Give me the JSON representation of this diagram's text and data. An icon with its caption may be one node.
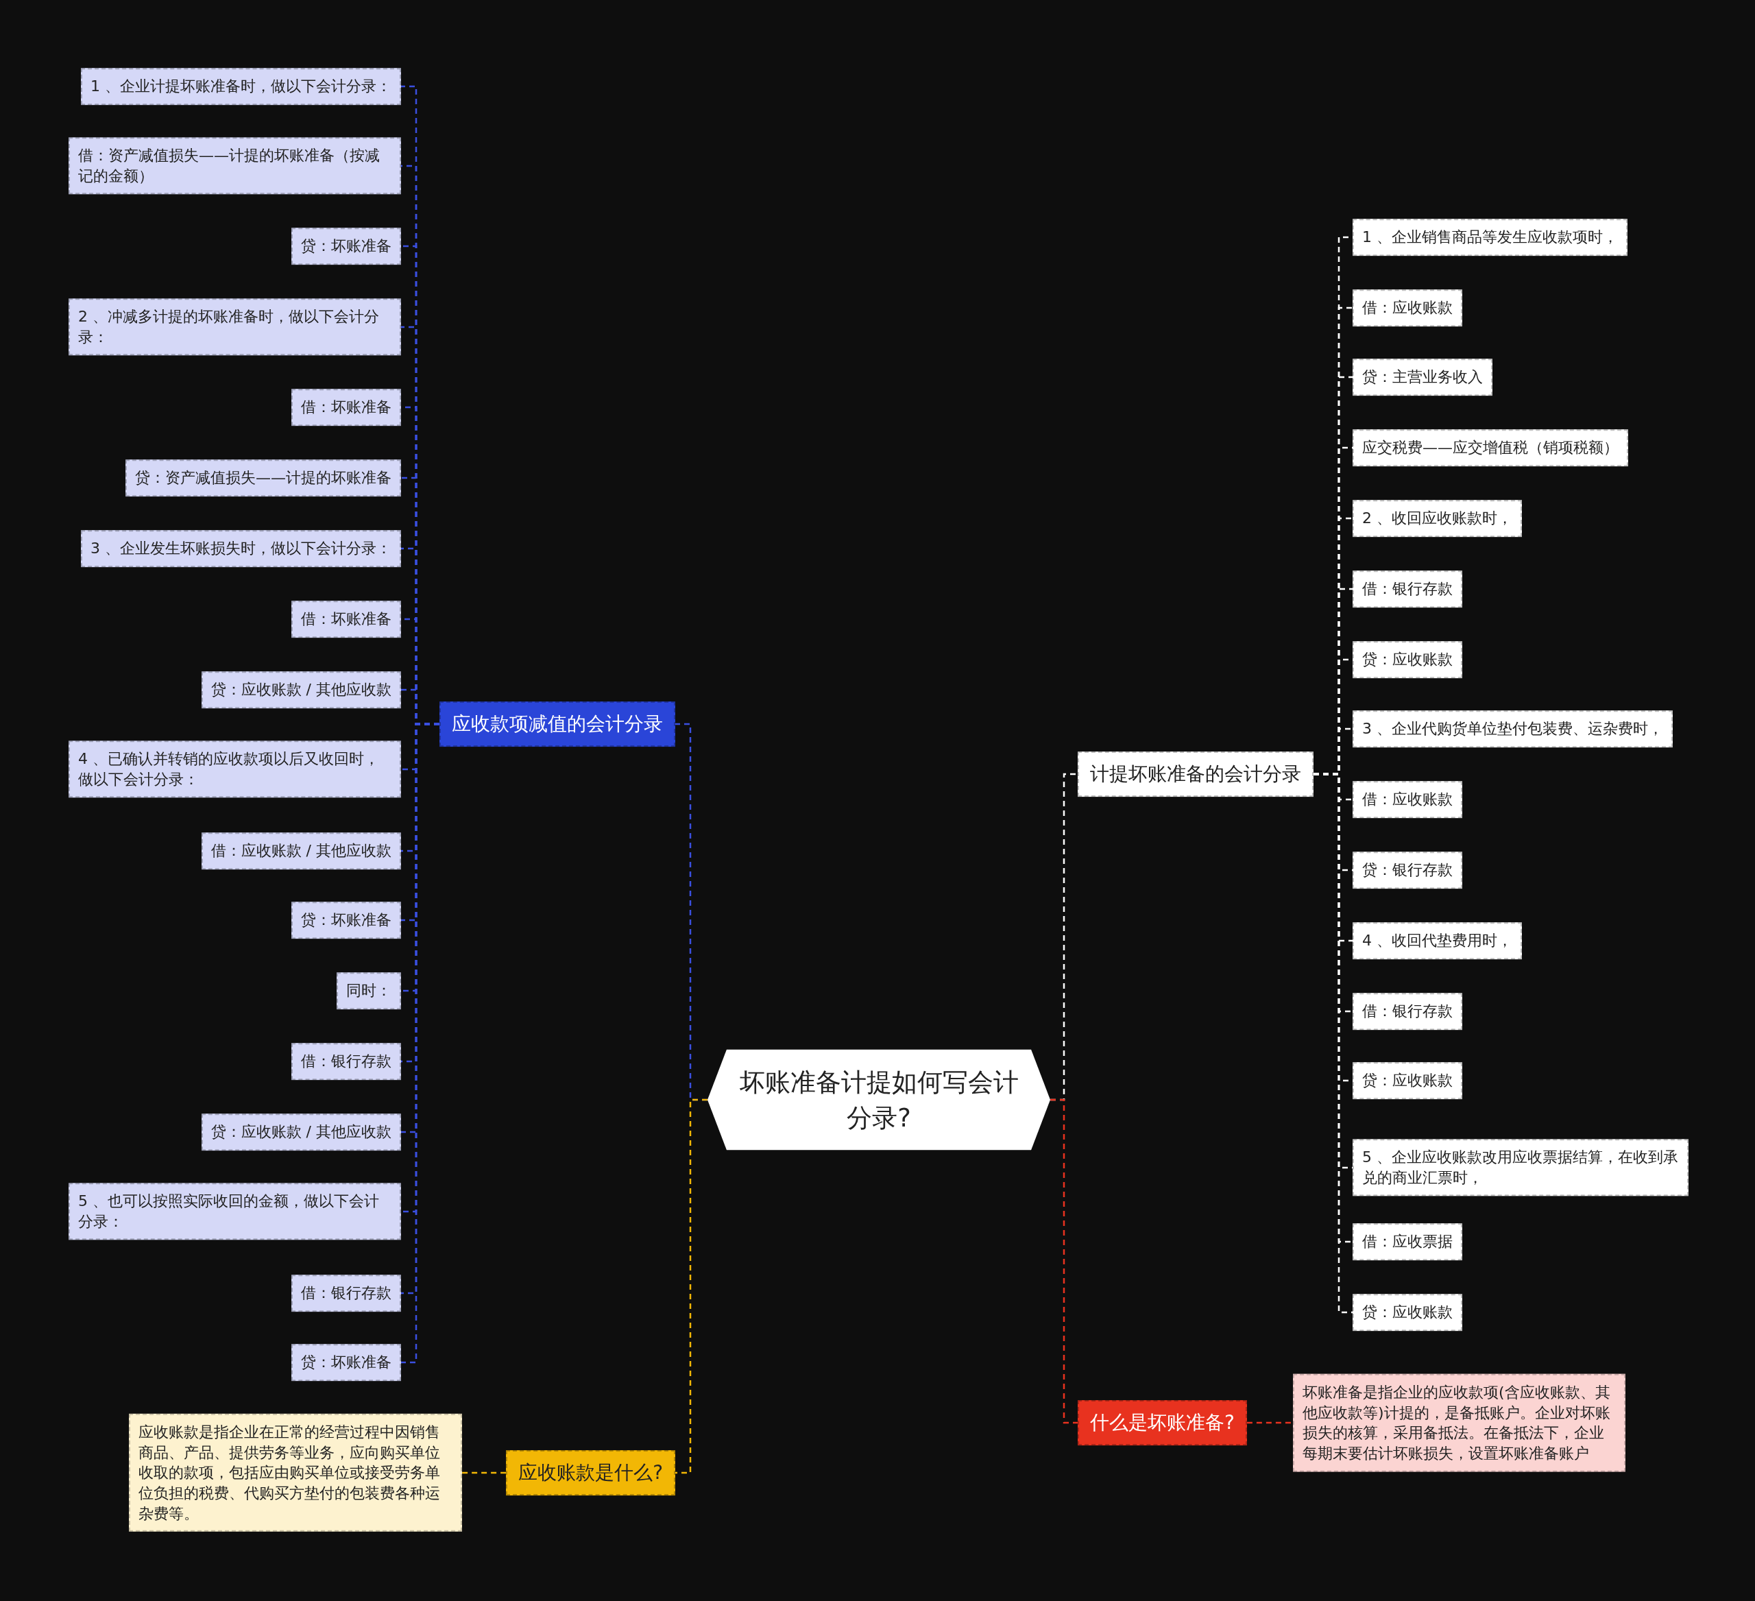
{
  "diagram": {
    "nodes": [
      {
        "text": [
          "坏账准备计提如何写会计分录?"
        ]
      },
      {
        "text": [
          "应收款项减值的会计分录"
        ]
      },
      {
        "text": [
          "1 、企业计提坏账准备时，做以下会计分录："
        ]
      },
      {
        "text": [
          "借：资产减值损失——计提的坏账准备（按减记的金额）"
        ]
      },
      {
        "text": [
          "贷：坏账准备"
        ]
      },
      {
        "text": [
          "2 、冲减多计提的坏账准备时，做以下会计分录："
        ]
      },
      {
        "text": [
          "借：坏账准备"
        ]
      },
      {
        "text": [
          "贷：资产减值损失——计提的坏账准备"
        ]
      },
      {
        "text": [
          "3 、企业发生坏账损失时，做以下会计分录："
        ]
      },
      {
        "text": [
          "借：坏账准备"
        ]
      },
      {
        "text": [
          "贷：应收账款 / 其他应收款"
        ]
      },
      {
        "text": [
          "4 、已确认并转销的应收款项以后又收回时，做以下会计分录："
        ]
      },
      {
        "text": [
          "借：应收账款 / 其他应收款"
        ]
      },
      {
        "text": [
          "贷：坏账准备"
        ]
      },
      {
        "text": [
          "同时："
        ]
      },
      {
        "text": [
          "借：银行存款"
        ]
      },
      {
        "text": [
          "贷：应收账款 / 其他应收款"
        ]
      },
      {
        "text": [
          "5 、也可以按照实际收回的金额，做以下会计分录："
        ]
      },
      {
        "text": [
          "借：银行存款"
        ]
      },
      {
        "text": [
          "贷：坏账准备"
        ]
      },
      {
        "text": [
          "应收账款是什么?"
        ]
      },
      {
        "text": [
          "应收账款是指企业在正常的经营过程中因销售商品、产品、提供劳务等业务，应向购买单位收取的款项，包括应由购买单位或接受劳务单位负担的税费、代购买方垫付的包装费各种运杂费等。"
        ]
      },
      {
        "text": [
          "计提坏账准备的会计分录"
        ]
      },
      {
        "text": [
          "1 、企业销售商品等发生应收款项时，"
        ]
      },
      {
        "text": [
          "借：应收账款"
        ]
      },
      {
        "text": [
          "贷：主营业务收入"
        ]
      },
      {
        "text": [
          "应交税费——应交增值税（销项税额）"
        ]
      },
      {
        "text": [
          "2 、收回应收账款时，"
        ]
      },
      {
        "text": [
          "借：银行存款"
        ]
      },
      {
        "text": [
          "贷：应收账款"
        ]
      },
      {
        "text": [
          "3 、企业代购货单位垫付包装费、运杂费时，"
        ]
      },
      {
        "text": [
          "借：应收账款"
        ]
      },
      {
        "text": [
          "贷：银行存款"
        ]
      },
      {
        "text": [
          "4 、收回代垫费用时，"
        ]
      },
      {
        "text": [
          "借：银行存款"
        ]
      },
      {
        "text": [
          "贷：应收账款"
        ]
      },
      {
        "text": [
          "5 、企业应收账款改用应收票据结算，在收到承兑的商业汇票时，"
        ]
      },
      {
        "text": [
          "借：应收票据"
        ]
      },
      {
        "text": [
          "贷：应收账款"
        ]
      },
      {
        "text": [
          "什么是坏账准备?"
        ]
      },
      {
        "text": [
          "坏账准备是指企业的应收款项(含应收账款、其他应收款等)计提的，是备抵账户。企业对坏账损失的核算，采用备抵法。在备抵法下，企业每期末要估计坏账损失，设置坏账准备账户"
        ]
      }
    ],
    "edges": [
      {
        "from": 0,
        "to": 1,
        "arrow": "none",
        "color": "#3b4fe0"
      },
      {
        "from": 1,
        "to": 2,
        "arrow": "none",
        "color": "#3b4fe0"
      },
      {
        "from": 1,
        "to": 3,
        "arrow": "none",
        "color": "#3b4fe0"
      },
      {
        "from": 1,
        "to": 4,
        "arrow": "none",
        "color": "#3b4fe0"
      },
      {
        "from": 1,
        "to": 5,
        "arrow": "none",
        "color": "#3b4fe0"
      },
      {
        "from": 1,
        "to": 6,
        "arrow": "none",
        "color": "#3b4fe0"
      },
      {
        "from": 1,
        "to": 7,
        "arrow": "none",
        "color": "#3b4fe0"
      },
      {
        "from": 1,
        "to": 8,
        "arrow": "none",
        "color": "#3b4fe0"
      },
      {
        "from": 1,
        "to": 9,
        "arrow": "none",
        "color": "#3b4fe0"
      },
      {
        "from": 1,
        "to": 10,
        "arrow": "none",
        "color": "#3b4fe0"
      },
      {
        "from": 1,
        "to": 11,
        "arrow": "none",
        "color": "#3b4fe0"
      },
      {
        "from": 1,
        "to": 12,
        "arrow": "none",
        "color": "#3b4fe0"
      },
      {
        "from": 1,
        "to": 13,
        "arrow": "none",
        "color": "#3b4fe0"
      },
      {
        "from": 1,
        "to": 14,
        "arrow": "none",
        "color": "#3b4fe0"
      },
      {
        "from": 1,
        "to": 15,
        "arrow": "none",
        "color": "#3b4fe0"
      },
      {
        "from": 1,
        "to": 16,
        "arrow": "none",
        "color": "#3b4fe0"
      },
      {
        "from": 1,
        "to": 17,
        "arrow": "none",
        "color": "#3b4fe0"
      },
      {
        "from": 1,
        "to": 18,
        "arrow": "none",
        "color": "#3b4fe0"
      },
      {
        "from": 1,
        "to": 19,
        "arrow": "none",
        "color": "#3b4fe0"
      },
      {
        "from": 0,
        "to": 20,
        "arrow": "none",
        "color": "#f2b705"
      },
      {
        "from": 20,
        "to": 21,
        "arrow": "none",
        "color": "#f2b705"
      },
      {
        "from": 0,
        "to": 22,
        "arrow": "none",
        "color": "#ffffff"
      },
      {
        "from": 22,
        "to": 23,
        "arrow": "none",
        "color": "#ffffff"
      },
      {
        "from": 22,
        "to": 24,
        "arrow": "none",
        "color": "#ffffff"
      },
      {
        "from": 22,
        "to": 25,
        "arrow": "none",
        "color": "#ffffff"
      },
      {
        "from": 22,
        "to": 26,
        "arrow": "none",
        "color": "#ffffff"
      },
      {
        "from": 22,
        "to": 27,
        "arrow": "none",
        "color": "#ffffff"
      },
      {
        "from": 22,
        "to": 28,
        "arrow": "none",
        "color": "#ffffff"
      },
      {
        "from": 22,
        "to": 29,
        "arrow": "none",
        "color": "#ffffff"
      },
      {
        "from": 22,
        "to": 30,
        "arrow": "none",
        "color": "#ffffff"
      },
      {
        "from": 22,
        "to": 31,
        "arrow": "none",
        "color": "#ffffff"
      },
      {
        "from": 22,
        "to": 32,
        "arrow": "none",
        "color": "#ffffff"
      },
      {
        "from": 22,
        "to": 33,
        "arrow": "none",
        "color": "#ffffff"
      },
      {
        "from": 22,
        "to": 34,
        "arrow": "none",
        "color": "#ffffff"
      },
      {
        "from": 22,
        "to": 35,
        "arrow": "none",
        "color": "#ffffff"
      },
      {
        "from": 22,
        "to": 36,
        "arrow": "none",
        "color": "#ffffff"
      },
      {
        "from": 22,
        "to": 37,
        "arrow": "none",
        "color": "#ffffff"
      },
      {
        "from": 22,
        "to": 38,
        "arrow": "none",
        "color": "#ffffff"
      },
      {
        "from": 0,
        "to": 39,
        "arrow": "none",
        "color": "#e8321f"
      },
      {
        "from": 39,
        "to": 40,
        "arrow": "none",
        "color": "#e8321f"
      }
    ]
  }
}
